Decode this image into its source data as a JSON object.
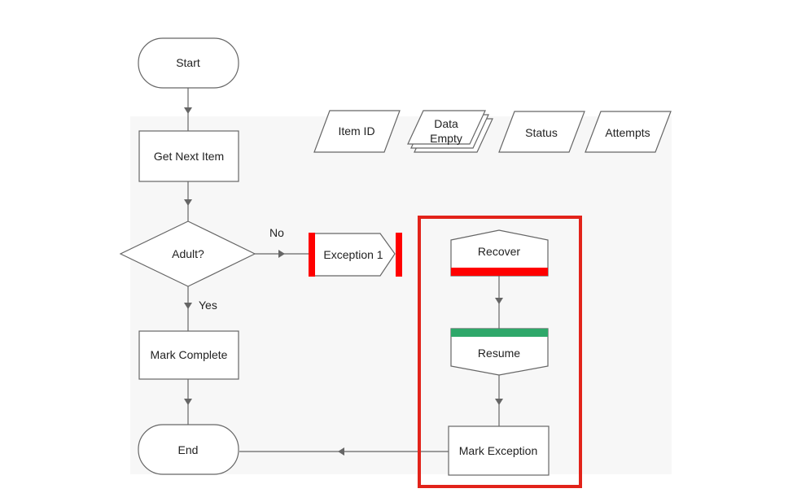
{
  "colors": {
    "background": "#ffffff",
    "panel": "#f7f7f7",
    "stroke": "#666666",
    "arrow": "#666666",
    "highlight_box": "#e2231a",
    "recover_bar": "#ff0000",
    "resume_bar": "#2fa86a",
    "exception_bar": "#ff0000"
  },
  "nodes": {
    "start": "Start",
    "get_next_item": "Get Next Item",
    "decision": "Adult?",
    "mark_complete": "Mark Complete",
    "end": "End",
    "exception": "Exception 1",
    "recover": "Recover",
    "resume": "Resume",
    "mark_exception": "Mark Exception"
  },
  "edges": {
    "no_label": "No",
    "yes_label": "Yes"
  },
  "data_items": {
    "item_id": "Item ID",
    "collection_line1": "Data",
    "collection_line2": "Empty",
    "status": "Status",
    "attempts": "Attempts"
  }
}
